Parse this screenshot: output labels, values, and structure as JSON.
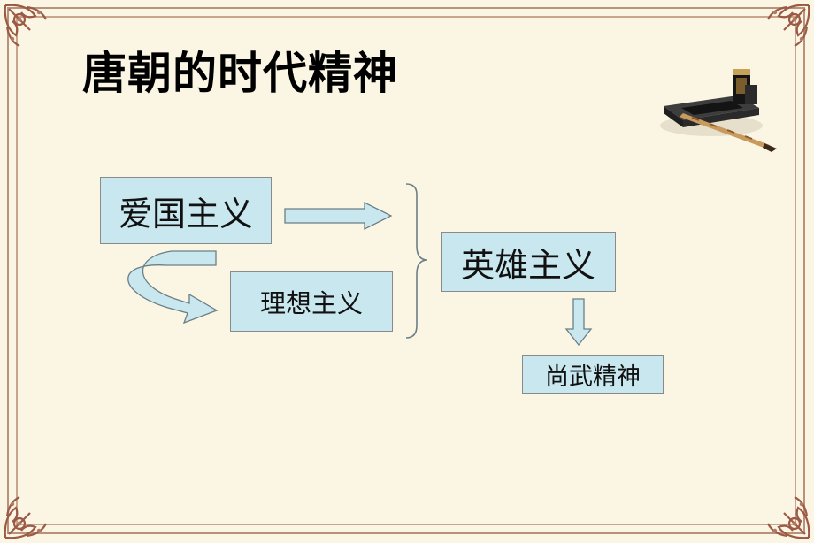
{
  "title": "唐朝的时代精神",
  "nodes": {
    "patriotism": "爱国主义",
    "idealism": "理想主义",
    "heroism": "英雄主义",
    "martial_spirit": "尚武精神"
  },
  "colors": {
    "background": "#fbf5e3",
    "box_fill": "#c9e7ee",
    "box_border": "#8a8a8a",
    "arrow_fill": "#c9e7ee",
    "frame": "#b8927a"
  },
  "icons": [
    "corner-ornament-icon",
    "inkstone-brush-icon",
    "curved-arrow-icon",
    "right-arrow-icon",
    "down-arrow-icon",
    "brace-icon"
  ]
}
